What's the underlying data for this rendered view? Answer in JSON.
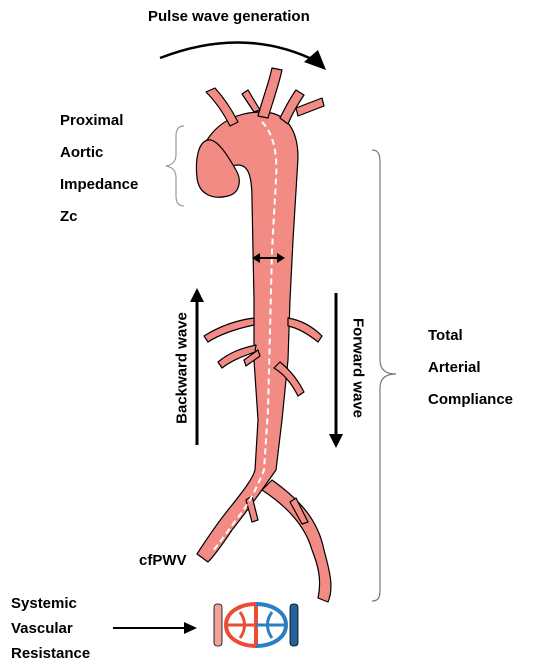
{
  "title": "Pulse wave generation",
  "labels": {
    "proximal_aortic_impedance": [
      "Proximal",
      "Aortic",
      "Impedance",
      "Zc"
    ],
    "total_arterial_compliance": [
      "Total",
      "Arterial",
      "Compliance"
    ],
    "backward_wave": "Backward wave",
    "forward_wave": "Forward wave",
    "cfpwv": "cfPWV",
    "systemic_vascular_resistance": [
      "Systemic",
      "Vascular",
      "Resistance"
    ]
  },
  "colors": {
    "artery_fill": "#f28b84",
    "artery_stroke": "#000000",
    "path_dash": "#ffffff",
    "bracket": "#777777",
    "resistance_red": "#ec4b36",
    "resistance_blue": "#2a7ec4",
    "resistance_pink": "#f1a19a",
    "resistance_dark_blue": "#24629a"
  },
  "icons": [
    "curved-arrow-icon",
    "up-arrow-icon",
    "down-arrow-icon",
    "double-arrow-icon",
    "right-arrow-icon",
    "resistance-vessel-icon"
  ]
}
